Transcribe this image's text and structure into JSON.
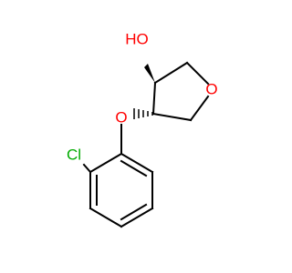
{
  "molecule": {
    "atoms": {
      "hydroxyl": "HO",
      "ring_oxygen": "O",
      "ether_oxygen": "O",
      "chlorine": "Cl"
    },
    "colors": {
      "bond": "#000000",
      "oxygen": "#ff0000",
      "chlorine": "#00aa00"
    }
  }
}
